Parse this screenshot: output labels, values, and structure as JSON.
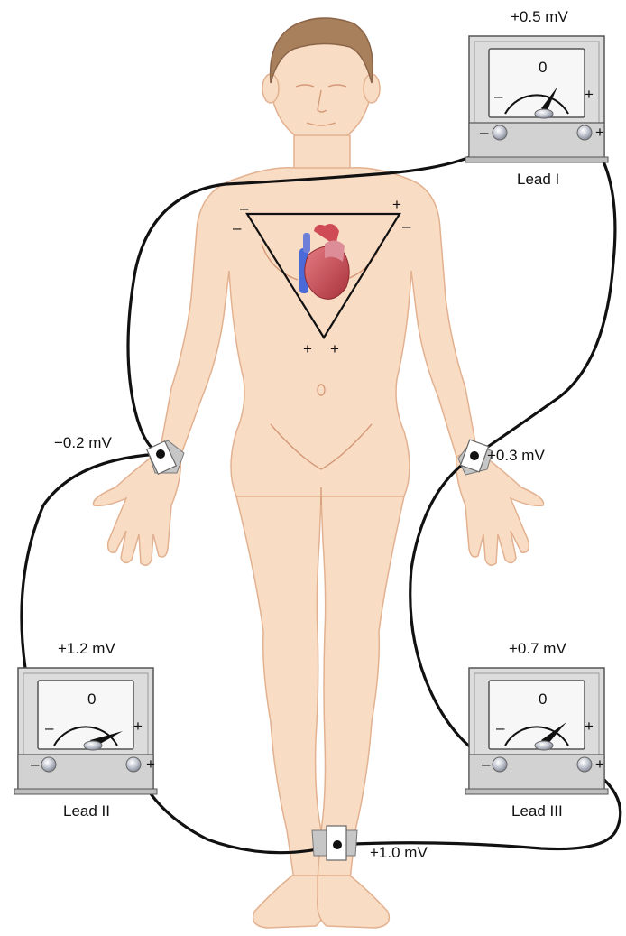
{
  "colors": {
    "skin": "#f9dcc4",
    "skin_outline": "#e2b190",
    "hair": "#a9805c",
    "wire": "#111111",
    "meter_body": "#dcdcdc",
    "meter_face": "#f7f7f7",
    "electrode": "#c0c4cf",
    "heart": "#c9404a"
  },
  "meters": {
    "lead1": {
      "reading": "+0.5 mV",
      "name": "Lead I",
      "zero": "0",
      "minus": "–",
      "plus": "+"
    },
    "lead2": {
      "reading": "+1.2 mV",
      "name": "Lead II",
      "zero": "0",
      "minus": "–",
      "plus": "+"
    },
    "lead3": {
      "reading": "+0.7 mV",
      "name": "Lead III",
      "zero": "0",
      "minus": "–",
      "plus": "+"
    }
  },
  "electrodes": {
    "right_wrist": "−0.2 mV",
    "left_wrist": "+0.3 mV",
    "ankle": "+1.0 mV"
  },
  "triangle": {
    "top_left_outer": "–",
    "top_left_inner": "–",
    "top_right_outer": "+",
    "top_right_inner": "–",
    "bottom_left": "+",
    "bottom_right": "+"
  }
}
